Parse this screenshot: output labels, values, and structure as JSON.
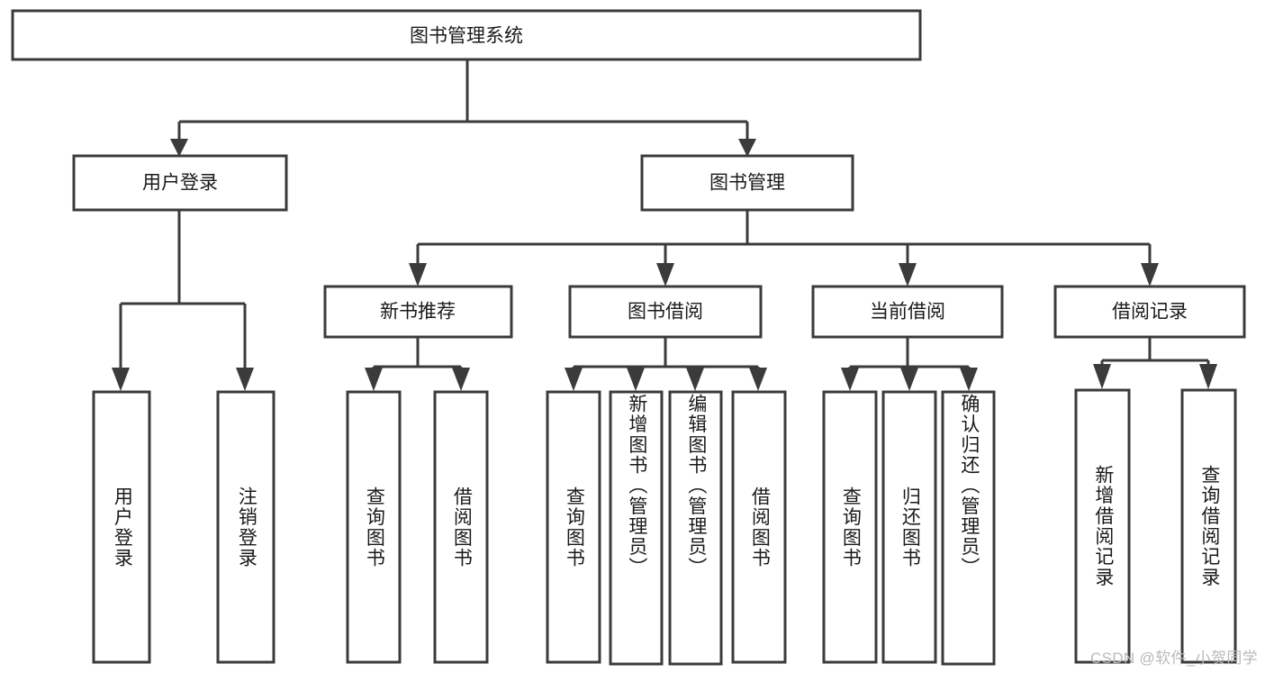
{
  "diagram": {
    "type": "tree",
    "title": "图书管理系统",
    "root": {
      "id": "root",
      "label": "图书管理系统",
      "orientation": "horizontal"
    },
    "level1": [
      {
        "id": "user-login",
        "label": "用户登录",
        "orientation": "horizontal"
      },
      {
        "id": "book-manage",
        "label": "图书管理",
        "orientation": "horizontal"
      }
    ],
    "level2": [
      {
        "id": "new-book-recommend",
        "label": "新书推荐",
        "orientation": "horizontal",
        "parent": "book-manage"
      },
      {
        "id": "book-borrow",
        "label": "图书借阅",
        "orientation": "horizontal",
        "parent": "book-manage"
      },
      {
        "id": "current-borrow",
        "label": "当前借阅",
        "orientation": "horizontal",
        "parent": "book-manage"
      },
      {
        "id": "borrow-record",
        "label": "借阅记录",
        "orientation": "horizontal",
        "parent": "book-manage"
      }
    ],
    "leaves": [
      {
        "id": "leaf-user-login",
        "label": "用户登录",
        "orientation": "vertical",
        "parent": "user-login"
      },
      {
        "id": "leaf-user-logout",
        "label": "注销登录",
        "orientation": "vertical",
        "parent": "user-login"
      },
      {
        "id": "leaf-query-book-1",
        "label": "查询图书",
        "orientation": "vertical",
        "parent": "new-book-recommend"
      },
      {
        "id": "leaf-borrow-book-1",
        "label": "借阅图书",
        "orientation": "vertical",
        "parent": "new-book-recommend"
      },
      {
        "id": "leaf-query-book-2",
        "label": "查询图书",
        "orientation": "vertical",
        "parent": "book-borrow"
      },
      {
        "id": "leaf-add-book",
        "label": "新增图书（管理员）",
        "orientation": "vertical",
        "parent": "book-borrow"
      },
      {
        "id": "leaf-edit-book",
        "label": "编辑图书（管理员）",
        "orientation": "vertical",
        "parent": "book-borrow"
      },
      {
        "id": "leaf-borrow-book-2",
        "label": "借阅图书",
        "orientation": "vertical",
        "parent": "book-borrow"
      },
      {
        "id": "leaf-query-book-3",
        "label": "查询图书",
        "orientation": "vertical",
        "parent": "current-borrow"
      },
      {
        "id": "leaf-return-book",
        "label": "归还图书",
        "orientation": "vertical",
        "parent": "current-borrow"
      },
      {
        "id": "leaf-confirm-return",
        "label": "确认归还（管理员）",
        "orientation": "vertical",
        "parent": "current-borrow"
      },
      {
        "id": "leaf-add-record",
        "label": "新增借阅记录",
        "orientation": "vertical",
        "parent": "borrow-record"
      },
      {
        "id": "leaf-query-record",
        "label": "查询借阅记录",
        "orientation": "vertical",
        "parent": "borrow-record"
      }
    ],
    "colors": {
      "stroke": "#3b3b3b",
      "fill": "#ffffff",
      "text": "#1a1a1a",
      "background": "#ffffff",
      "watermark": "#b9b9b9"
    }
  },
  "watermark": {
    "text": "CSDN @软件_小贺同学"
  }
}
